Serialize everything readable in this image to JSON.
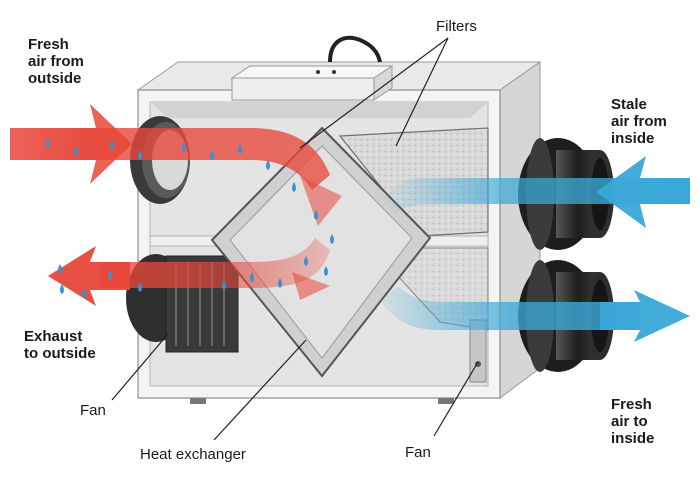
{
  "labels": {
    "fresh_in": "Fresh\nair from\noutside",
    "filters": "Filters",
    "stale_in": "Stale\nair from\ninside",
    "exhaust_out": "Exhaust\nto outside",
    "fan_left": "Fan",
    "heat_exchanger": "Heat exchanger",
    "fan_right": "Fan",
    "fresh_out": "Fresh\nair to\ninside"
  },
  "colors": {
    "warm_air": "#e8473a",
    "cool_air": "#3aa8d8",
    "droplet": "#3c8fd0",
    "housing": "#f3f3f3",
    "housing_shade": "#dcdcdc",
    "duct": "#2a2a2a"
  }
}
